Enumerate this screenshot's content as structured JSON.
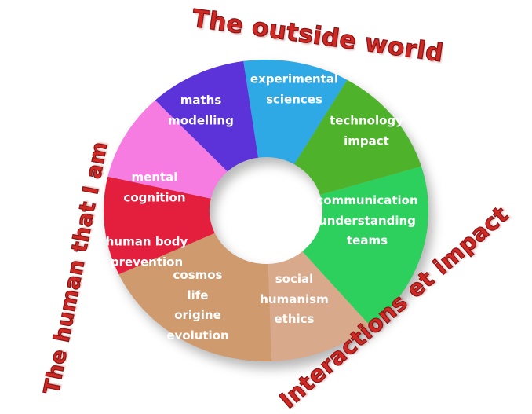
{
  "canvas": {
    "background": "#ffffff"
  },
  "outer_labels": {
    "color": "#cd2a26",
    "top": "The outside world",
    "left": "The human that I am",
    "right": "Interactions et impact"
  },
  "chart_data": {
    "type": "donut",
    "hole_color": "#ffffff",
    "label_color": "#ffffff",
    "legend": "none",
    "segments": [
      {
        "id": "experimental-sciences",
        "label": "experimental sciences",
        "lines": [
          "experimental",
          "sciences"
        ],
        "color": "#2fa8e6",
        "start_angle": -8,
        "end_angle": 30
      },
      {
        "id": "technology-impact",
        "label": "technology impact",
        "lines": [
          "technology",
          "impact"
        ],
        "color": "#4eb32a",
        "start_angle": 30,
        "end_angle": 73
      },
      {
        "id": "communication-understanding-teams",
        "label": "communication understanding teams",
        "lines": [
          "communication",
          "understanding",
          "teams"
        ],
        "color": "#2dd05c",
        "start_angle": 73,
        "end_angle": 140
      },
      {
        "id": "social-humanism-ethics",
        "label": "social humanism ethics",
        "lines": [
          "social",
          "humanism",
          "ethics"
        ],
        "color": "#d8a98a",
        "start_angle": 140,
        "end_angle": 178
      },
      {
        "id": "cosmos-life-origine-evolution",
        "label": "cosmos life origine evolution",
        "lines": [
          "cosmos",
          "life",
          "origine",
          "evolution"
        ],
        "color": "#ce9a6e",
        "start_angle": 178,
        "end_angle": 245
      },
      {
        "id": "human-body-prevention",
        "label": "human body prevention",
        "lines": [
          "human body",
          "prevention"
        ],
        "color": "#e41f3e",
        "start_angle": 245,
        "end_angle": 283
      },
      {
        "id": "mental-cognition",
        "label": "mental cognition",
        "lines": [
          "mental",
          "cognition"
        ],
        "color": "#f67ce2",
        "start_angle": 283,
        "end_angle": 317
      },
      {
        "id": "maths-modelling",
        "label": "maths modelling",
        "lines": [
          "maths",
          "modelling"
        ],
        "color": "#5b33d9",
        "start_angle": 317,
        "end_angle": 352
      }
    ]
  }
}
